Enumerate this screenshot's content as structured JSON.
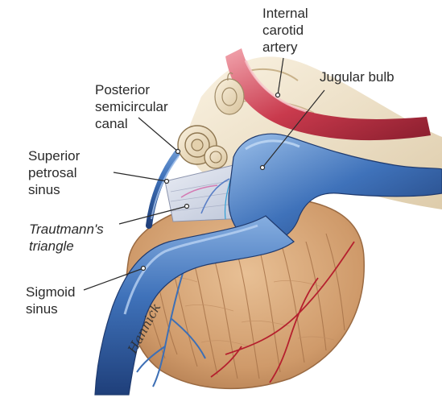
{
  "labels": {
    "internal_carotid": "Internal\ncarotid\nartery",
    "jugular_bulb": "Jugular bulb",
    "posterior_canal": "Posterior\nsemicircular\ncanal",
    "superior_petrosal": "Superior\npetrosal\nsinus",
    "trautmann": "Trautmann's\ntriangle",
    "sigmoid": "Sigmoid\nsinus"
  },
  "signature": "Hannick",
  "colors": {
    "vein_blue": "#3d6fb5",
    "artery_red": "#c2384a",
    "bone": "#ecdcc0",
    "cerebellum": "#d6a77a",
    "leader_line": "#2a2a2a"
  }
}
